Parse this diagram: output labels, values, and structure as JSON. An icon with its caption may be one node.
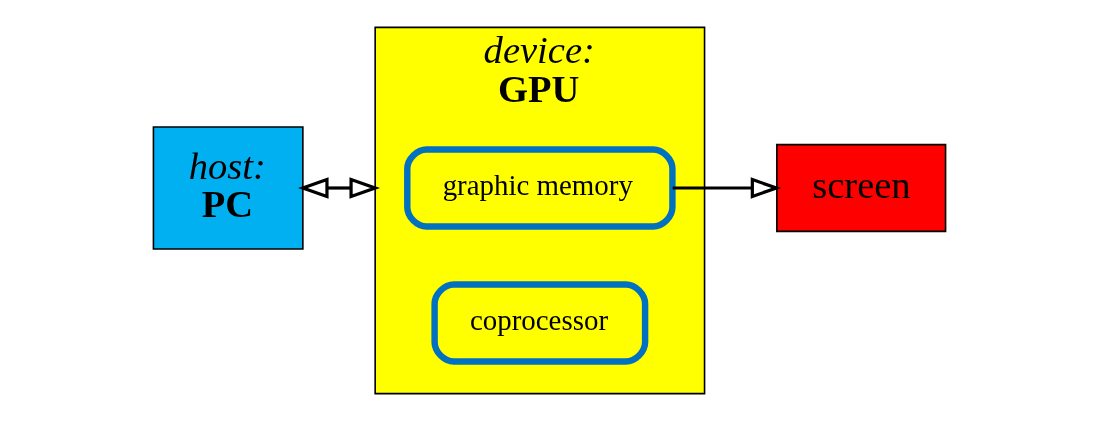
{
  "diagram": {
    "nodes": [
      {
        "text": [
          "host:",
          "PC"
        ]
      },
      {
        "text": [
          "device:",
          "GPU"
        ]
      },
      {
        "text": [
          "graphic memory"
        ],
        "in": 1
      },
      {
        "text": [
          "coprocessor"
        ],
        "in": 1
      },
      {
        "text": [
          "screen"
        ]
      }
    ],
    "edges": [
      {
        "from": 0,
        "to": 1,
        "arrow": "both"
      },
      {
        "from": 2,
        "to": 4,
        "arrow": "to"
      }
    ]
  }
}
